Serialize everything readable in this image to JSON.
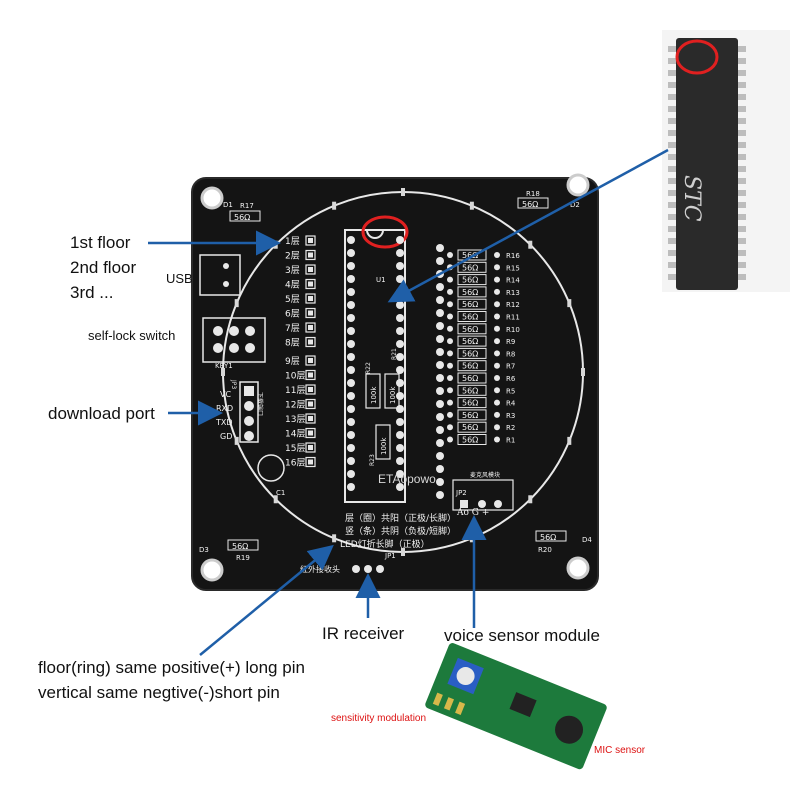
{
  "callouts": {
    "first_floor": "1st floor",
    "second_floor": "2nd floor",
    "third_floor": "3rd ...",
    "usb": "USB",
    "self_lock": "self-lock switch",
    "download_port": "download port",
    "ir_receiver": "IR receiver",
    "voice_sensor": "voice sensor module",
    "floor_line1": "floor(ring) same positive(+) long pin",
    "floor_line2": "vertical same negtive(-)short pin",
    "sensitivity": "sensitivity modulation",
    "mic_sensor": "MIC sensor"
  },
  "board": {
    "chip_label": "U1",
    "d1": "D1",
    "d2": "D2",
    "d3": "D3",
    "d4": "D4",
    "r17": "R17",
    "r18": "R18",
    "r19": "R19",
    "r20": "R20",
    "r21": "R21",
    "r22": "R22",
    "r23": "R23",
    "res_56": "56Ω",
    "res_100k": "100k",
    "key1": "KEY1",
    "jp1": "JP1",
    "jp2": "JP2",
    "jp3": "JP3",
    "c1": "C1",
    "pins_vc": "VC",
    "pins_rxd": "RXD",
    "pins_txd": "TXD",
    "pins_gd": "GD",
    "download_cn": "下载端口",
    "mic_cn": "麦克风模块",
    "ao_g_plus": "Ao  G  +",
    "ir_cn": "红外接收头",
    "note1": "层（圈）共阳（正极/长脚）",
    "note2": "竖（条）共阴（负极/短脚）",
    "note3": "LED灯折长脚（正极）",
    "watermark": "ETAopowo",
    "floors": [
      "1层",
      "2层",
      "3层",
      "4层",
      "5层",
      "6层",
      "7层",
      "8层",
      "9层",
      "10层",
      "11层",
      "12层",
      "13层",
      "14层",
      "15层",
      "16层"
    ],
    "r_labels": [
      "R16",
      "R15",
      "R14",
      "R13",
      "R12",
      "R11",
      "R10",
      "R9",
      "R8",
      "R7",
      "R6",
      "R5",
      "R4",
      "R3",
      "R2",
      "R1"
    ]
  },
  "chip": {
    "brand": "STC"
  },
  "colors": {
    "annot_red": "#e02020",
    "arrow_blue": "#1f5fa8",
    "pcb_black": "#141414",
    "silk_white": "#f2f2f2",
    "module_green": "#1d7a3c"
  }
}
